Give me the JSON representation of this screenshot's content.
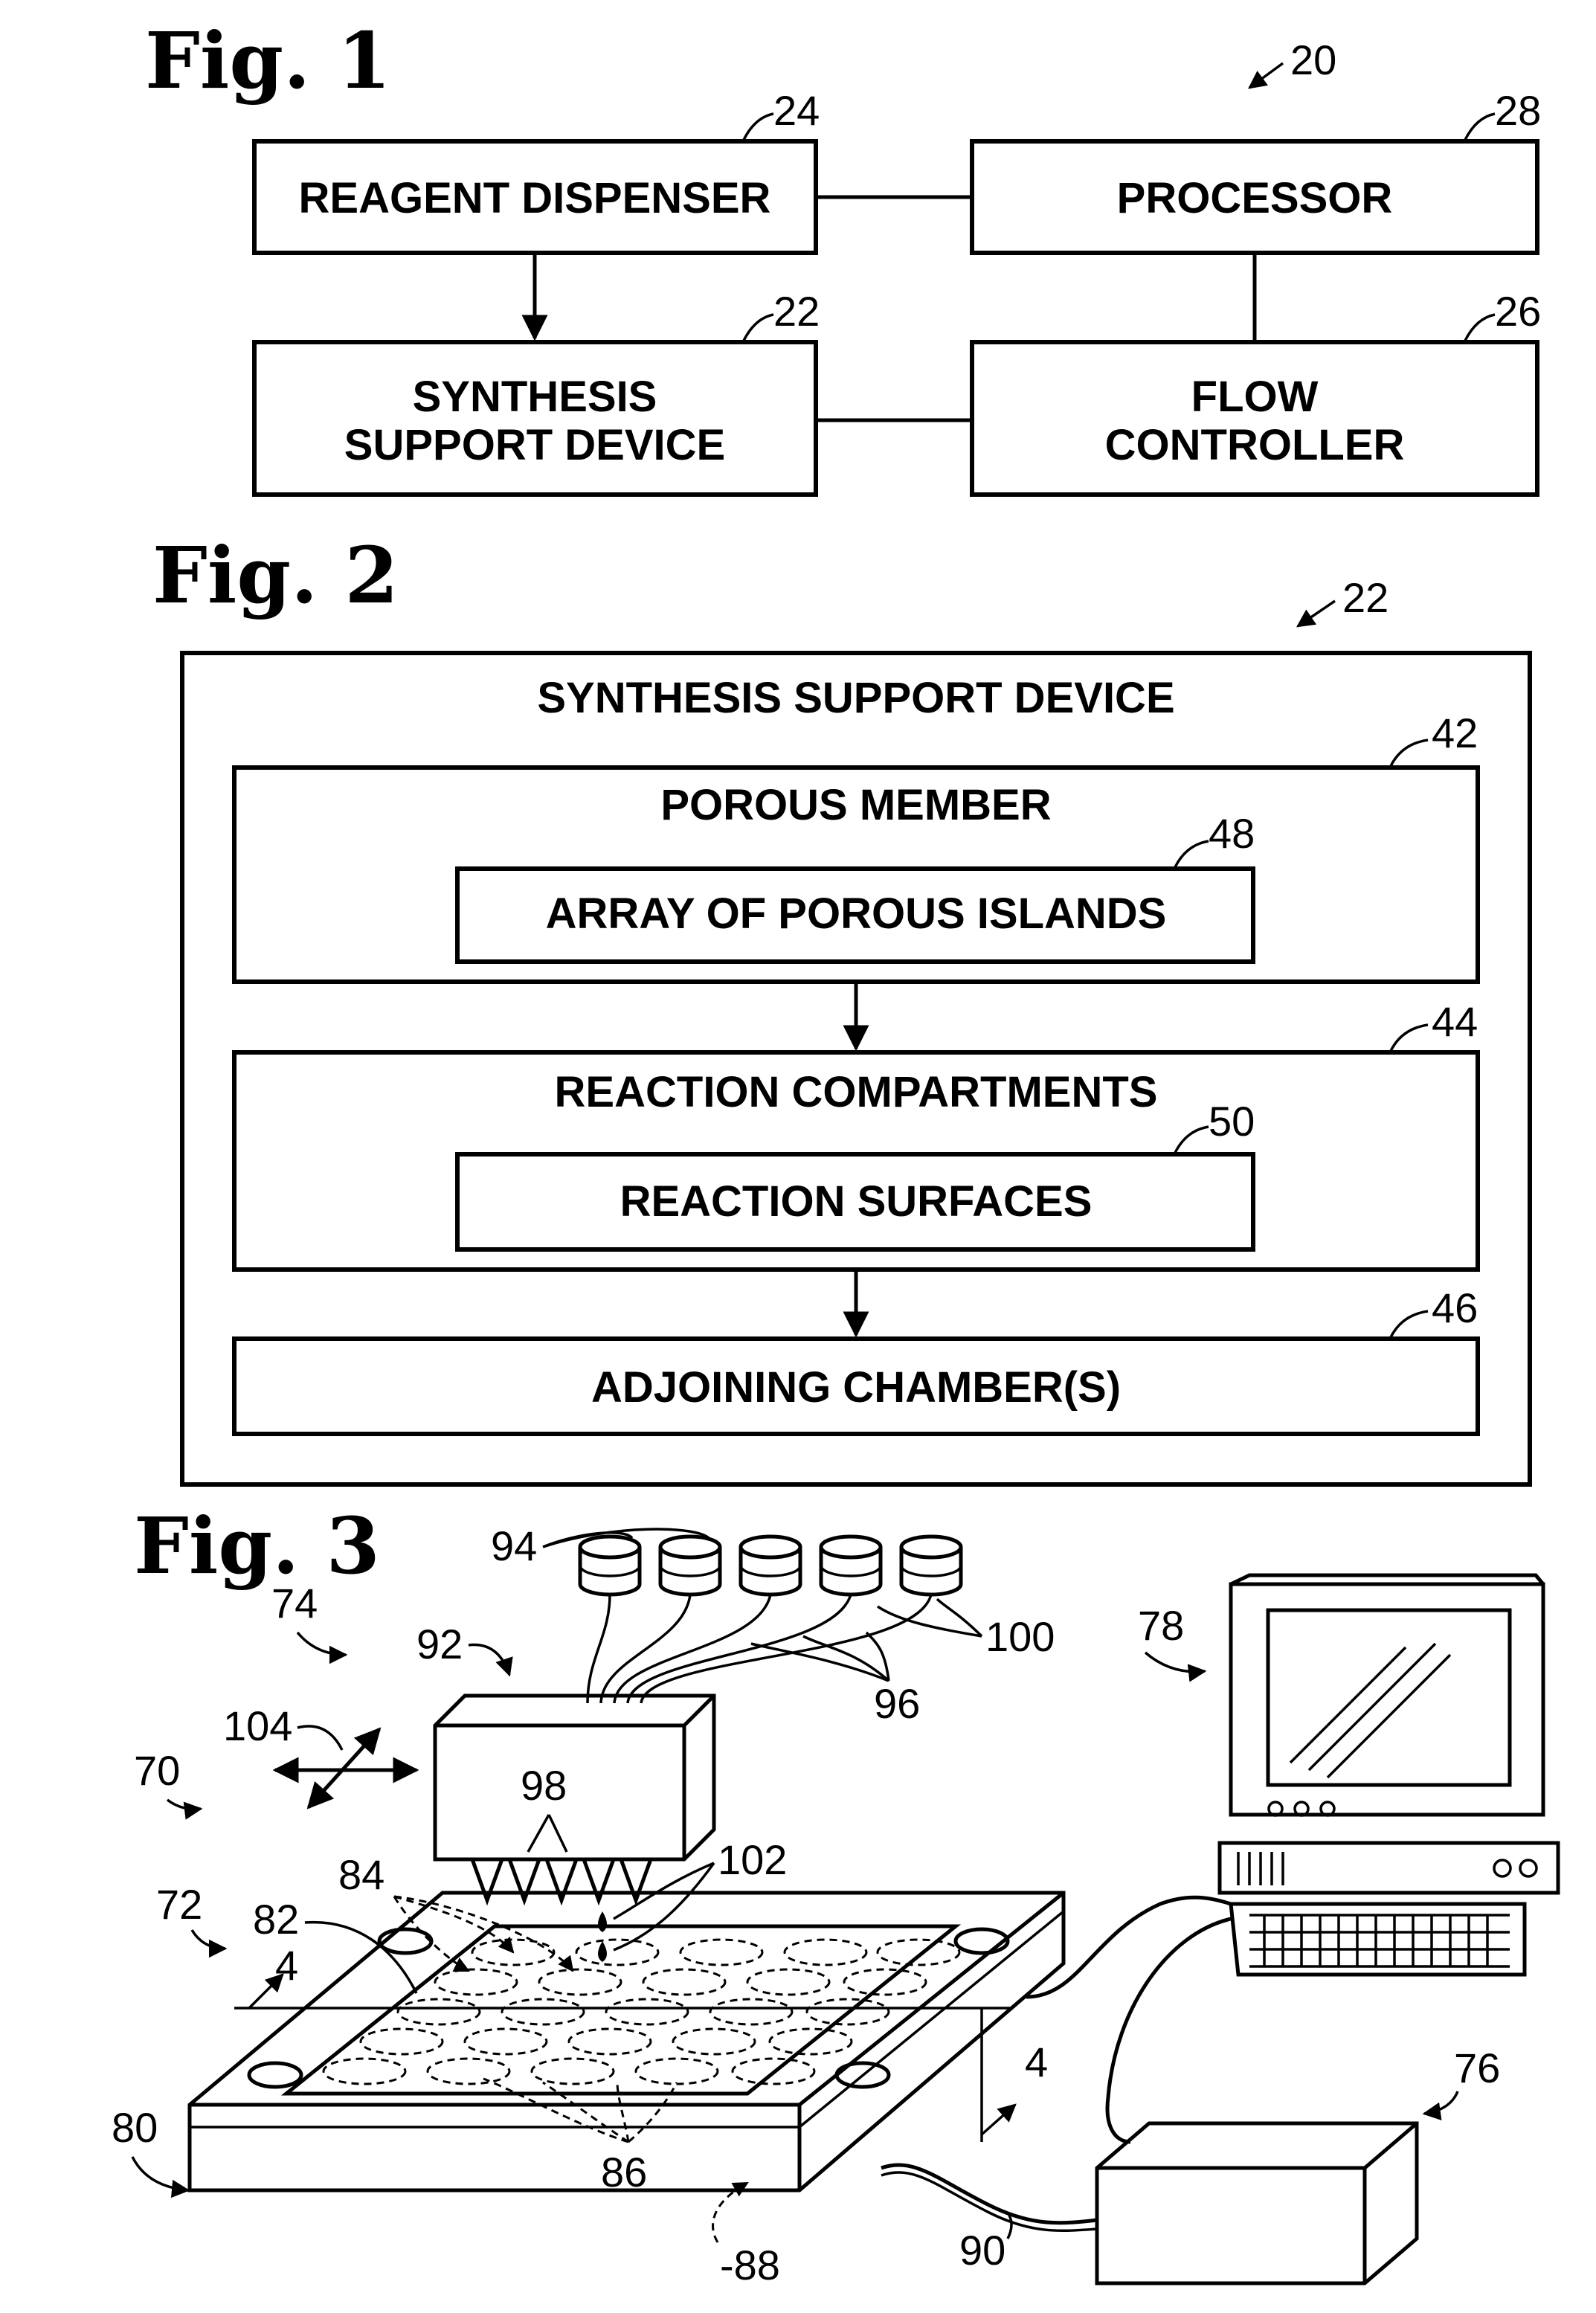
{
  "fig1": {
    "title": "Fig. 1",
    "system_ref": "20",
    "reagent_dispenser": {
      "label": "REAGENT DISPENSER",
      "ref": "24"
    },
    "processor": {
      "label": "PROCESSOR",
      "ref": "28"
    },
    "synthesis_support": {
      "line1": "SYNTHESIS",
      "line2": "SUPPORT DEVICE",
      "ref": "22"
    },
    "flow_controller": {
      "line1": "FLOW",
      "line2": "CONTROLLER",
      "ref": "26"
    }
  },
  "fig2": {
    "title": "Fig. 2",
    "device_ref": "22",
    "device_label": "SYNTHESIS SUPPORT DEVICE",
    "porous_member": {
      "label": "POROUS MEMBER",
      "ref": "42"
    },
    "porous_islands": {
      "label": "ARRAY OF POROUS ISLANDS",
      "ref": "48"
    },
    "reaction_compartments": {
      "label": "REACTION COMPARTMENTS",
      "ref": "44"
    },
    "reaction_surfaces": {
      "label": "REACTION SURFACES",
      "ref": "50"
    },
    "adjoining_chambers": {
      "label": "ADJOINING CHAMBER(S)",
      "ref": "46"
    }
  },
  "fig3": {
    "title": "Fig. 3",
    "refs": {
      "r70": "70",
      "r72": "72",
      "r74": "74",
      "r76": "76",
      "r78": "78",
      "r80": "80",
      "r82": "82",
      "r84": "84",
      "r86": "86",
      "r88": "-88",
      "r90": "90",
      "r92": "92",
      "r94": "94",
      "r96": "96",
      "r98": "98",
      "r100": "100",
      "r102": "102",
      "r104": "104",
      "r4a": "4",
      "r4b": "4"
    }
  }
}
